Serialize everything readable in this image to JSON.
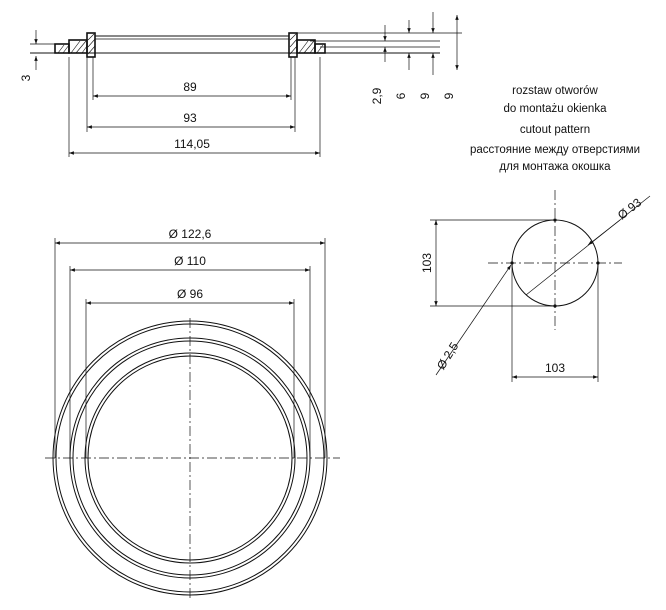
{
  "section": {
    "dims": {
      "h3": "3",
      "w89": "89",
      "w93": "93",
      "w11405": "114,05",
      "v29": "2,9",
      "v6": "6",
      "v9a": "9",
      "v9b": "9"
    }
  },
  "plan": {
    "dims": {
      "d1226": "Ø 122,6",
      "d110": "Ø 110",
      "d96": "Ø 96"
    }
  },
  "cutout": {
    "labels": [
      "rozstaw otworów",
      "do montażu okienka",
      "cutout pattern",
      "расстояние между отверстиями",
      "для монтажа окошка"
    ],
    "dims": {
      "d93": "Ø 93",
      "v103": "103",
      "h103": "103",
      "d25": "Ø 2,5"
    }
  }
}
